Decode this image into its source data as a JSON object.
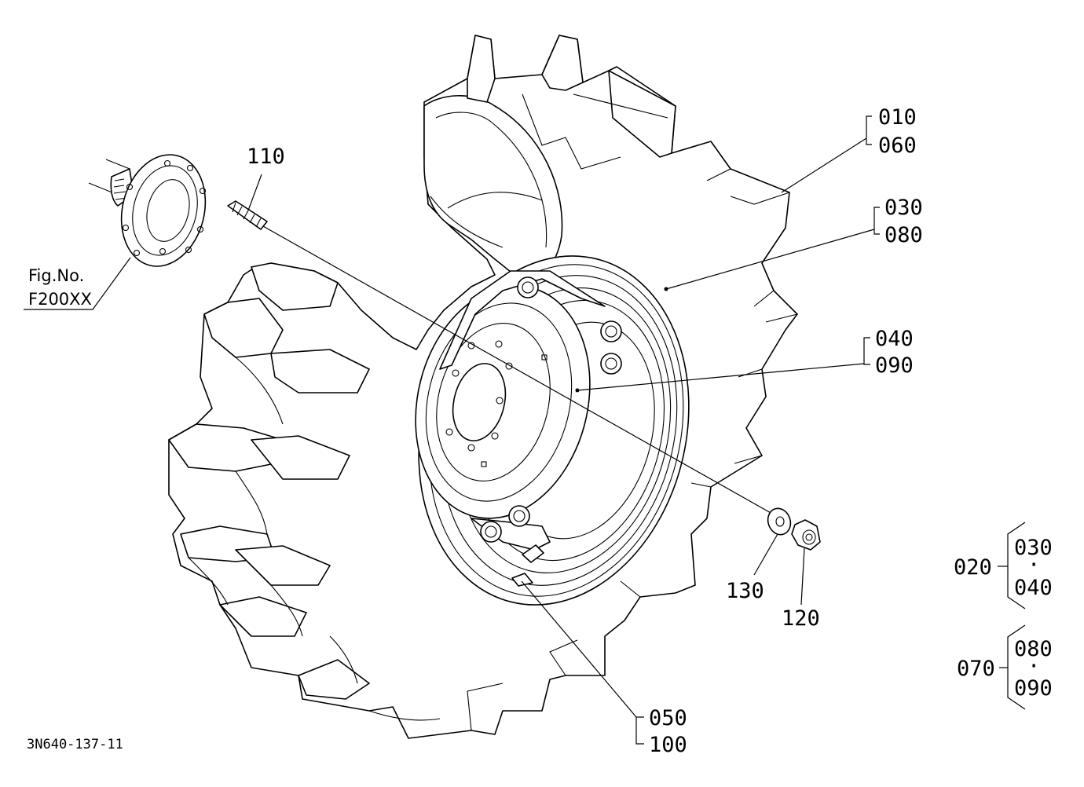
{
  "labels": {
    "p010": "010",
    "p060": "060",
    "p030": "030",
    "p080": "080",
    "p040": "040",
    "p090": "090",
    "p110": "110",
    "fig_no": "Fig.No.",
    "fig_ref": "F200XX",
    "p130": "130",
    "p120": "120",
    "p050": "050",
    "p100": "100",
    "drawing_code": "3N640-137-11"
  },
  "assemblies": [
    {
      "parent": "020",
      "first": "030",
      "sep": "·",
      "second": "040"
    },
    {
      "parent": "070",
      "first": "080",
      "sep": "·",
      "second": "090"
    }
  ]
}
